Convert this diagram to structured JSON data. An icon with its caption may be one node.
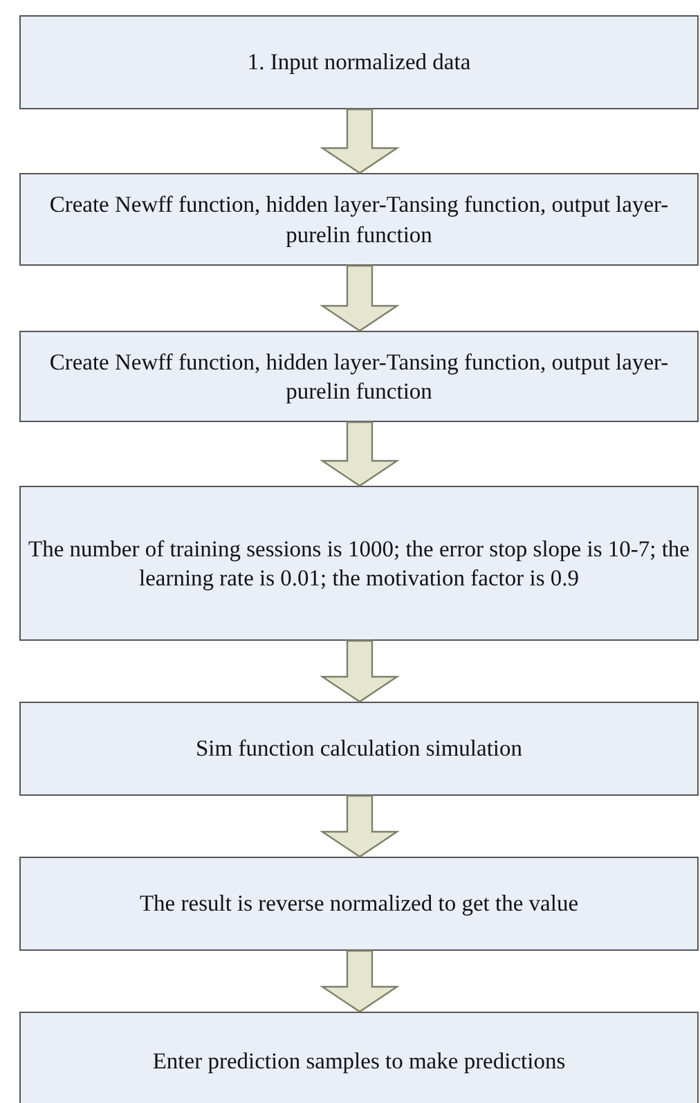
{
  "diagram": {
    "nodes": [
      {
        "text": [
          "1. Input normalized data"
        ]
      },
      {
        "text": [
          "Create Newff function, hidden layer-Tansing function, output layer-purelin function"
        ]
      },
      {
        "text": [
          "Create Newff function, hidden layer-Tansing function, output layer-purelin function"
        ]
      },
      {
        "text": [
          "The number of training sessions is 1000; the error stop slope is 10-7; the learning rate is 0.01; the motivation factor is 0.9"
        ]
      },
      {
        "text": [
          "Sim function calculation simulation"
        ]
      },
      {
        "text": [
          "The result is reverse normalized to get the value"
        ]
      },
      {
        "text": [
          "Enter prediction samples to make predictions"
        ]
      }
    ],
    "edges": [
      {
        "from": 0,
        "to": 1,
        "arrow": "to"
      },
      {
        "from": 1,
        "to": 2,
        "arrow": "to"
      },
      {
        "from": 2,
        "to": 3,
        "arrow": "to"
      },
      {
        "from": 3,
        "to": 4,
        "arrow": "to"
      },
      {
        "from": 4,
        "to": 5,
        "arrow": "to"
      },
      {
        "from": 5,
        "to": 6,
        "arrow": "to"
      }
    ]
  }
}
